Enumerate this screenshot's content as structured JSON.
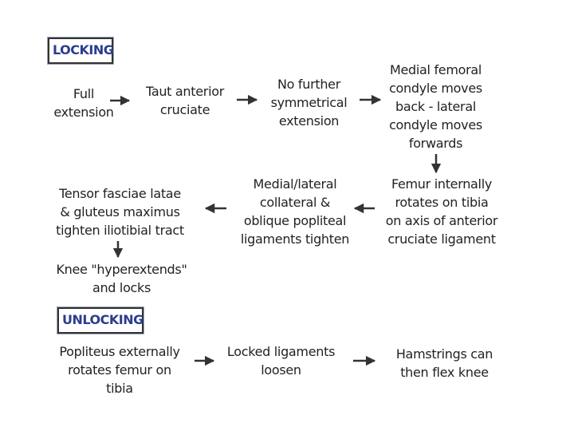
{
  "locking": {
    "heading": "LOCKING",
    "full_extension": "Full\nextension",
    "taut_acl": "Taut anterior\ncruciate",
    "no_further": "No further\nsymmetrical\nextension",
    "medial_femoral": "Medial femoral\ncondyle moves\nback - lateral\ncondyle moves\nforwards",
    "femur_rotates": "Femur internally\nrotates on tibia\non axis of anterior\ncruciate ligament",
    "collateral": "Medial/lateral\ncollateral &\noblique popliteal\nligaments tighten",
    "tensor": "Tensor fasciae latae\n& gluteus maximus\ntighten iliotibial tract",
    "knee_locks": "Knee \"hyperextends\"\nand locks"
  },
  "unlocking": {
    "heading": "UNLOCKING",
    "popliteus": "Popliteus externally\nrotates femur on\ntibia",
    "locked_ligaments": "Locked ligaments\nloosen",
    "hamstrings": "Hamstrings can\nthen flex knee"
  },
  "colors": {
    "heading_text": "#2a3d8f",
    "arrow": "#333333"
  }
}
